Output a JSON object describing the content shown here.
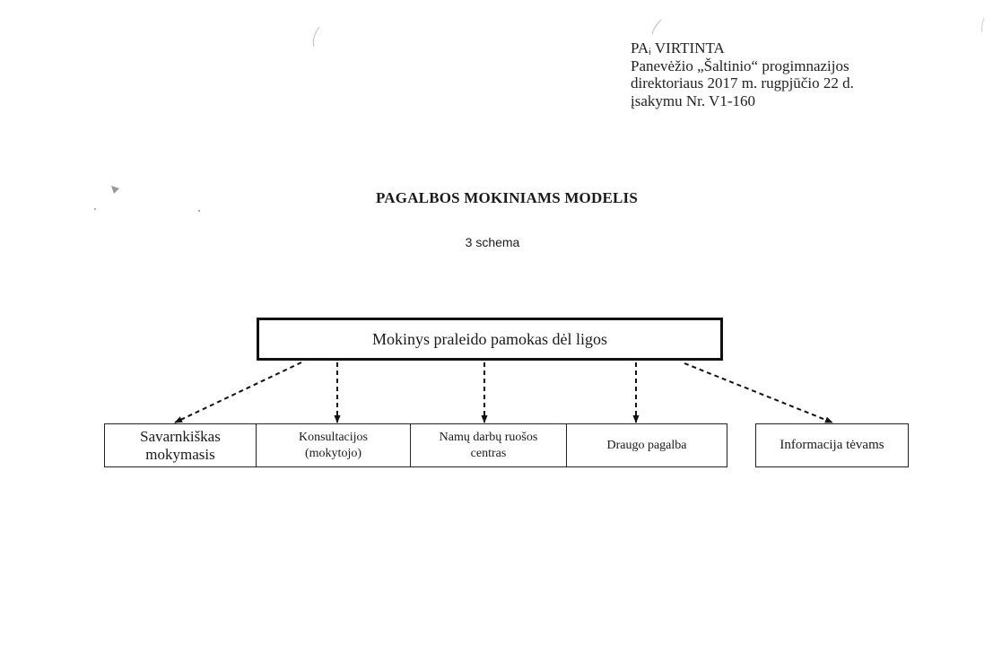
{
  "approval": {
    "line1": "PAᵢ VIRTINTA",
    "line2": "Panevėžio „Šaltinio“ progimnazijos",
    "line3": "direktoriaus 2017 m. rugpjūčio 22 d.",
    "line4": "įsakymu Nr. V1-160"
  },
  "title": "PAGALBOS MOKINIAMS MODELIS",
  "subtitle": "3 schema",
  "diagram": {
    "root": "Mokinys praleido pamokas dėl ligos",
    "children": [
      {
        "line1": "Savarnkiškas",
        "line2": "mokymasis"
      },
      {
        "line1": "Konsultacijos",
        "line2": "(mokytojo)"
      },
      {
        "line1": "Namų darbų ruošos",
        "line2": "centras"
      },
      {
        "line1": "Draugo pagalba",
        "line2": ""
      },
      {
        "line1": "Informacija tėvams",
        "line2": ""
      }
    ]
  }
}
